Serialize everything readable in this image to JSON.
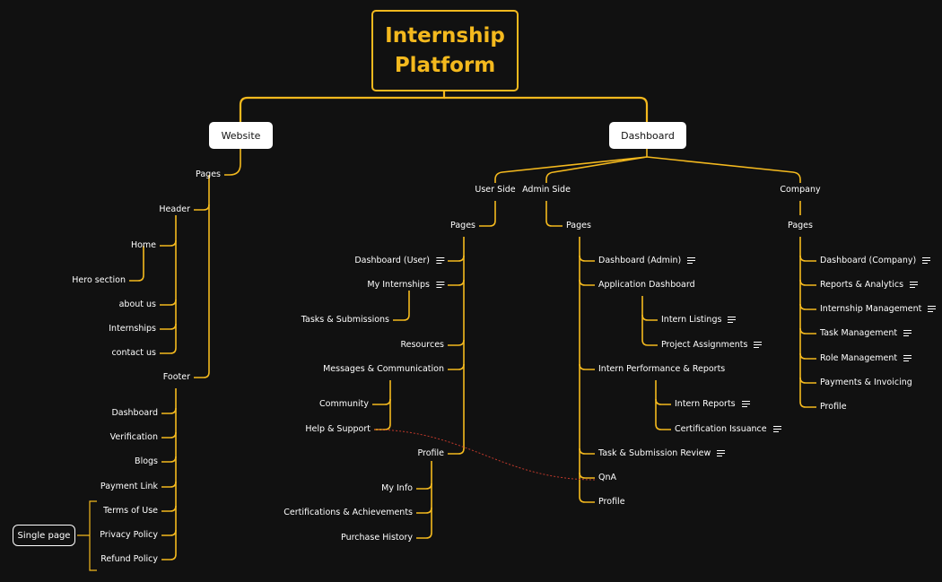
{
  "root": {
    "line1": "Internship",
    "line2": "Platform"
  },
  "website": {
    "label": "Website",
    "pages": "Pages",
    "header": "Header",
    "header_items": [
      "Home",
      "Hero section",
      "about us",
      "Internships",
      "contact us"
    ],
    "footer": "Footer",
    "footer_items": [
      "Dashboard",
      "Verification",
      "Blogs",
      "Payment Link",
      "Terms of Use",
      "Privacy Policy",
      "Refund Policy"
    ],
    "single_page": "Single page"
  },
  "dashboard": {
    "label": "Dashboard",
    "user": {
      "label": "User Side",
      "pages": "Pages",
      "items": [
        "Dashboard (User)",
        "My Internships",
        "Tasks & Submissions",
        "Resources",
        "Messages & Communication",
        "Community",
        "Help & Support",
        "Profile",
        "My Info",
        "Certifications & Achievements",
        "Purchase History"
      ]
    },
    "admin": {
      "label": "Admin Side",
      "pages": "Pages",
      "items": [
        "Dashboard (Admin)",
        "Application Dashboard",
        "Intern Listings",
        "Project Assignments",
        "Intern Performance & Reports",
        "Intern Reports",
        "Certification Issuance",
        "Task & Submission Review",
        "QnA",
        "Profile"
      ]
    },
    "company": {
      "label": "Company",
      "pages": "Pages",
      "items": [
        "Dashboard (Company)",
        "Reports & Analytics",
        "Internship Management",
        "Task Management",
        "Role Management",
        "Payments & Invoicing",
        "Profile"
      ]
    }
  },
  "colors": {
    "background": "#111111",
    "line": "#f4b91e",
    "relation": "#c0392b",
    "text": "#ffffff"
  }
}
